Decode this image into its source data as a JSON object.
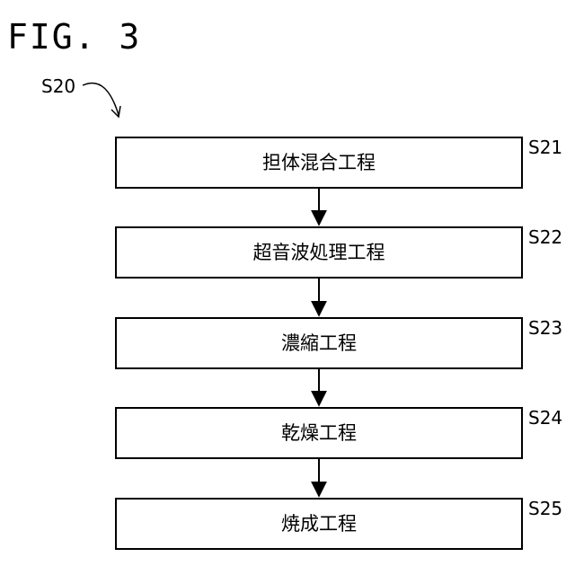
{
  "figure": {
    "title": "FIG. 3",
    "process_label": "S20"
  },
  "steps": [
    {
      "id": "S21",
      "text": "担体混合工程"
    },
    {
      "id": "S22",
      "text": "超音波処理工程"
    },
    {
      "id": "S23",
      "text": "濃縮工程"
    },
    {
      "id": "S24",
      "text": "乾燥工程"
    },
    {
      "id": "S25",
      "text": "焼成工程"
    }
  ],
  "colors": {
    "line": "#000000",
    "background": "#ffffff"
  }
}
